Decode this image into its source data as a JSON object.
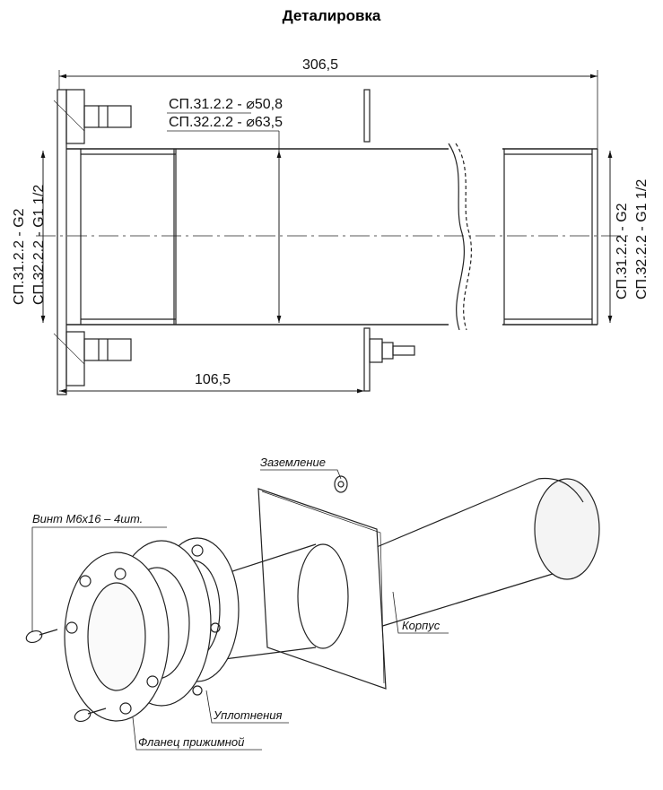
{
  "title": "Деталировка",
  "drawing": {
    "overall_length": "306,5",
    "partial_length": "106,5",
    "dia_line_1": "СП.31.2.2 - ⌀50,8",
    "dia_line_2": "СП.32.2.2 - ⌀63,5",
    "left_thread_1": "СП.31.2.2 - G2",
    "left_thread_2": "СП.32.2.2 - G1 1/2",
    "right_thread_1": "СП.31.2.2 - G2",
    "right_thread_2": "СП.32.2.2 - G1 1/2"
  },
  "isometric": {
    "grounding": "Заземление",
    "screw": "Винт М6х16 – 4шт.",
    "body": "Корпус",
    "seals": "Уплотнения",
    "flange": "Фланец прижимной"
  }
}
